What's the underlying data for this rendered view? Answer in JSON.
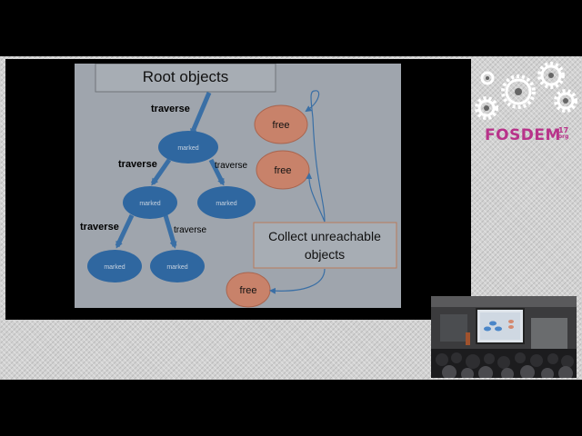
{
  "slide": {
    "title": "Root objects",
    "edge_label": "traverse",
    "node_label": "marked",
    "free_label": "free",
    "collect_label_line1": "Collect unreachable",
    "collect_label_line2": "objects"
  },
  "logo": {
    "name": "FOSDEM",
    "year_top": "17",
    "year_bottom": "org"
  },
  "colors": {
    "slide_bg": "#9fa5ad",
    "marked_node": "#2f67a0",
    "free_node": "#c8826a",
    "arrow": "#3a6fa5",
    "brand": "#b8338a"
  }
}
